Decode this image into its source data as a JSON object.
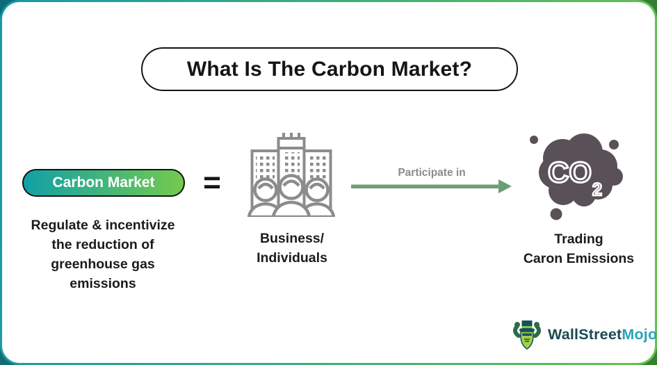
{
  "header": {
    "title": "What Is The Carbon Market?"
  },
  "diagram": {
    "term_label": "Carbon Market",
    "equals_symbol": "=",
    "definition_lines": [
      "Regulate & incentivize",
      "the reduction of",
      "greenhouse gas",
      "emissions"
    ],
    "actor_lines": [
      "Business/",
      "Individuals"
    ],
    "arrow_label": "Participate in",
    "co2_main": "CO",
    "co2_subscript": "2",
    "outcome_lines": [
      "Trading",
      "Caron Emissions"
    ]
  },
  "branding": {
    "logo_text_primary": "WallStreet",
    "logo_text_accent": "Mojo"
  },
  "colors": {
    "border_gradient_start": "#1899aa",
    "border_gradient_end": "#68c24d",
    "pill_gradient_start": "#12a0a6",
    "pill_gradient_end": "#74ca4e",
    "arrow_green": "#6b9e78",
    "icon_gray": "#8c8c8c",
    "co2_cloud": "#5a5057",
    "logo_primary": "#1b4a53",
    "logo_accent": "#2aa3b8"
  }
}
